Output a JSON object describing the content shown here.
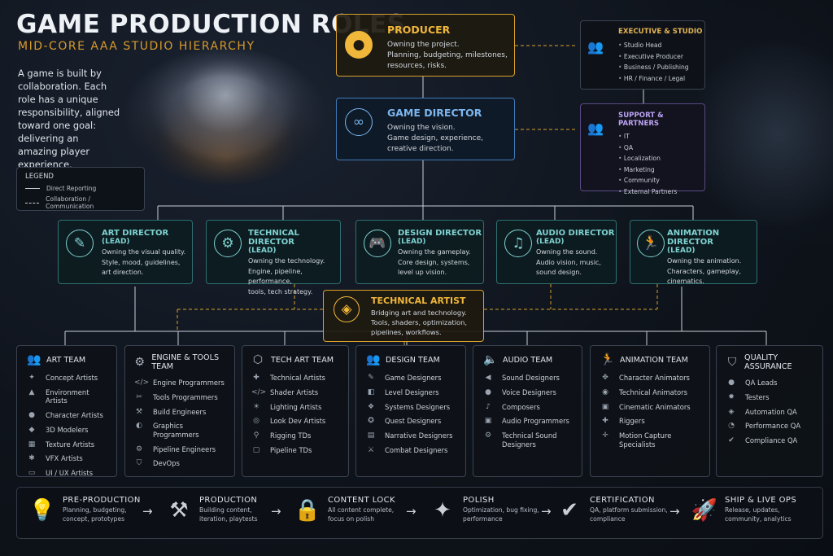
{
  "header": {
    "title": "GAME PRODUCTION ROLES",
    "subtitle": "MID-CORE AAA STUDIO HIERARCHY",
    "intro": "A game is built by collaboration. Each role has a unique responsibility, aligned toward one goal: delivering an amazing player experience."
  },
  "legend": {
    "title": "LEGEND",
    "direct": "Direct Reporting",
    "collab": "Collaboration / Communication"
  },
  "producer": {
    "title": "PRODUCER",
    "line1": "Owning the project.",
    "line2": "Planning, budgeting, milestones,",
    "line3": "resources, risks.",
    "icon": "person-icon"
  },
  "game_director": {
    "title": "GAME DIRECTOR",
    "line1": "Owning the vision.",
    "line2": "Game design, experience,",
    "line3": "creative direction.",
    "icon": "binoculars-icon"
  },
  "executive": {
    "title": "EXECUTIVE & STUDIO",
    "items": [
      "Studio Head",
      "Executive Producer",
      "Business / Publishing",
      "HR / Finance / Legal"
    ]
  },
  "support": {
    "title": "SUPPORT & PARTNERS",
    "items": [
      "IT",
      "QA",
      "Localization",
      "Marketing",
      "Community",
      "External Partners"
    ]
  },
  "directors": [
    {
      "title": "ART DIRECTOR",
      "lead": "(LEAD)",
      "line1": "Owning the visual quality.",
      "line2": "Style, mood, guidelines,",
      "line3": "art direction."
    },
    {
      "title": "TECHNICAL DIRECTOR",
      "lead": "(LEAD)",
      "line1": "Owning the technology.",
      "line2": "Engine, pipeline, performance,",
      "line3": "tools, tech strategy."
    },
    {
      "title": "DESIGN DIRECTOR",
      "lead": "(LEAD)",
      "line1": "Owning the gameplay.",
      "line2": "Core design, systems,",
      "line3": "level up vision."
    },
    {
      "title": "AUDIO DIRECTOR",
      "lead": "(LEAD)",
      "line1": "Owning the sound.",
      "line2": "Audio vision, music,",
      "line3": "sound design."
    },
    {
      "title": "ANIMATION DIRECTOR",
      "lead": "(LEAD)",
      "line1": "Owning the animation.",
      "line2": "Characters, gameplay,",
      "line3": "cinematics."
    }
  ],
  "tech_artist": {
    "title": "TECHNICAL ARTIST",
    "line1": "Bridging art and technology.",
    "line2": "Tools, shaders, optimization,",
    "line3": "pipelines, workflows."
  },
  "teams": [
    {
      "title": "ART TEAM",
      "items": [
        "Concept Artists",
        "Environment Artists",
        "Character Artists",
        "3D Modelers",
        "Texture Artists",
        "VFX Artists",
        "UI / UX Artists"
      ]
    },
    {
      "title": "ENGINE & TOOLS TEAM",
      "items": [
        "Engine Programmers",
        "Tools Programmers",
        "Build Engineers",
        "Graphics Programmers",
        "Pipeline Engineers",
        "DevOps"
      ]
    },
    {
      "title": "TECH ART TEAM",
      "items": [
        "Technical Artists",
        "Shader Artists",
        "Lighting Artists",
        "Look Dev Artists",
        "Rigging TDs",
        "Pipeline TDs"
      ]
    },
    {
      "title": "DESIGN TEAM",
      "items": [
        "Game Designers",
        "Level Designers",
        "Systems Designers",
        "Quest Designers",
        "Narrative Designers",
        "Combat Designers"
      ]
    },
    {
      "title": "AUDIO TEAM",
      "items": [
        "Sound Designers",
        "Voice Designers",
        "Composers",
        "Audio Programmers",
        "Technical Sound Designers"
      ]
    },
    {
      "title": "ANIMATION TEAM",
      "items": [
        "Character Animators",
        "Technical Animators",
        "Cinematic Animators",
        "Riggers",
        "Motion Capture Specialists"
      ]
    },
    {
      "title": "QUALITY ASSURANCE",
      "items": [
        "QA Leads",
        "Testers",
        "Automation QA",
        "Performance QA",
        "Compliance QA"
      ]
    }
  ],
  "phases": [
    {
      "title": "PRE-PRODUCTION",
      "line1": "Planning, budgeting,",
      "line2": "concept, prototypes",
      "icon": "lightbulb-icon"
    },
    {
      "title": "PRODUCTION",
      "line1": "Building content,",
      "line2": "iteration, playtests",
      "icon": "tools-icon"
    },
    {
      "title": "CONTENT LOCK",
      "line1": "All content complete,",
      "line2": "focus on polish",
      "icon": "lock-icon"
    },
    {
      "title": "POLISH",
      "line1": "Optimization, bug fixing,",
      "line2": "performance",
      "icon": "sparkle-icon"
    },
    {
      "title": "CERTIFICATION",
      "line1": "QA, platform submission,",
      "line2": "compliance",
      "icon": "check-circle-icon"
    },
    {
      "title": "SHIP & LIVE OPS",
      "line1": "Release, updates,",
      "line2": "community, analytics",
      "icon": "rocket-icon"
    }
  ],
  "colors": {
    "gold": "#d9a12c",
    "blue": "#3f7ab8",
    "teal": "#2f6f72",
    "purple": "#5a4a86"
  }
}
